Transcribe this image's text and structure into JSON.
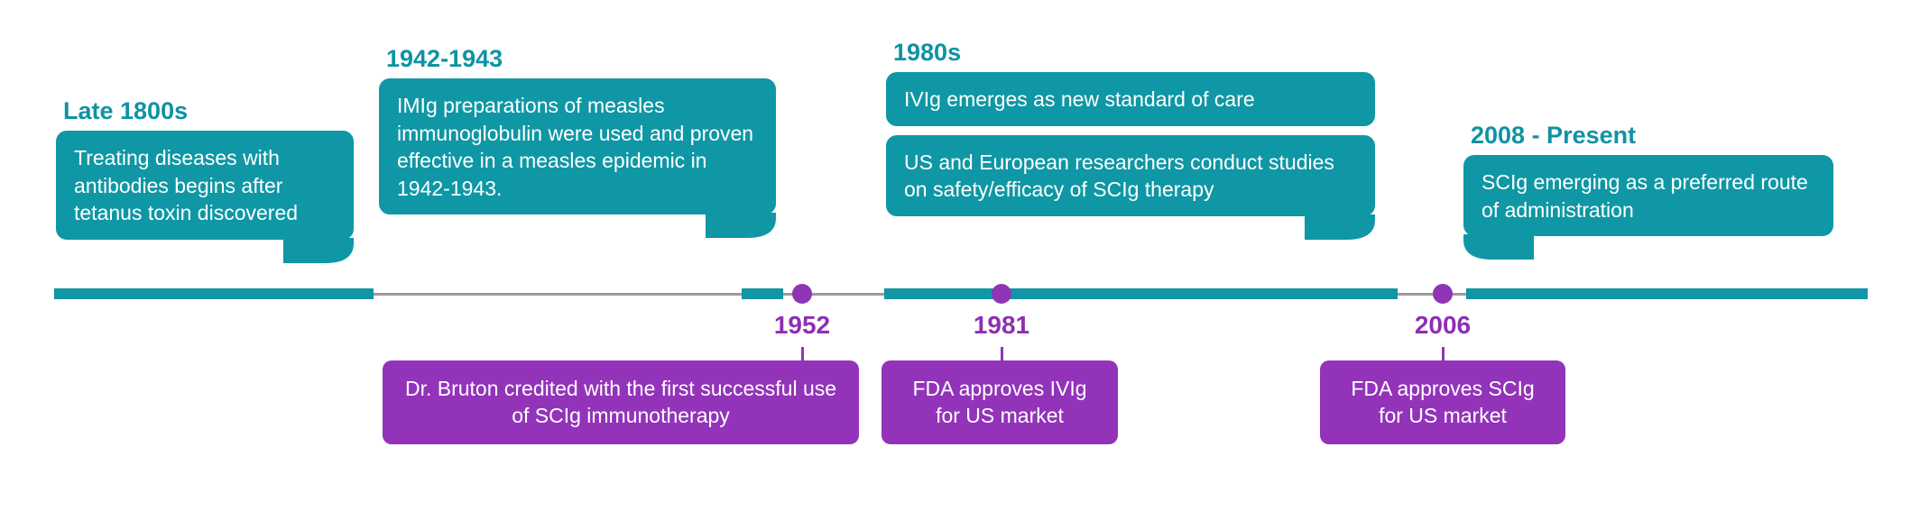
{
  "colors": {
    "teal": "#0f97a5",
    "teal_text": "#0f93a3",
    "purple": "#9333ba",
    "purple_text": "#8e2fb3",
    "axis_gray": "#9b9b9b",
    "white": "#ffffff",
    "background": "#ffffff"
  },
  "eras": [
    {
      "id": "late-1800s",
      "title": "Late 1800s",
      "cards": [
        "Treating diseases with antibodies begins after tetanus toxin discovered"
      ]
    },
    {
      "id": "1942-1943",
      "title": "1942-1943",
      "cards": [
        "IMIg preparations of measles immunoglobulin were used and proven effective in a measles epidemic  in 1942-1943."
      ]
    },
    {
      "id": "1980s",
      "title": "1980s",
      "cards": [
        "IVIg emerges as new standard of care",
        "US and European researchers conduct studies on safety/efficacy of SCIg therapy"
      ]
    },
    {
      "id": "2008-present",
      "title": "2008 - Present",
      "cards": [
        "SCIg emerging as a preferred route of administration"
      ]
    }
  ],
  "events": [
    {
      "id": "1952",
      "year": "1952",
      "text": "Dr. Bruton credited with the first successful use of SCIg immunotherapy"
    },
    {
      "id": "1981",
      "year": "1981",
      "text": "FDA approves IVIg for US market"
    },
    {
      "id": "2006",
      "year": "2006",
      "text": "FDA approves SCIg for US market"
    }
  ]
}
